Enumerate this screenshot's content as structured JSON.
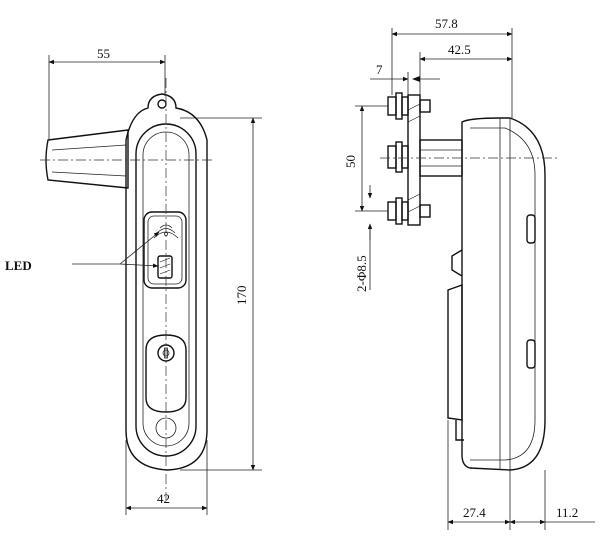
{
  "front_view": {
    "dims": {
      "width_top": "55",
      "height": "170",
      "width_bottom": "42"
    },
    "callout_label": "LED"
  },
  "side_view": {
    "dims": {
      "overall": "57.8",
      "body": "42.5",
      "spacing": "7",
      "pitch": "50",
      "holes": "2-Φ8.5",
      "depth": "27.4",
      "offset": "11.2"
    }
  },
  "colors": {
    "line": "#111111",
    "background": "#ffffff"
  }
}
